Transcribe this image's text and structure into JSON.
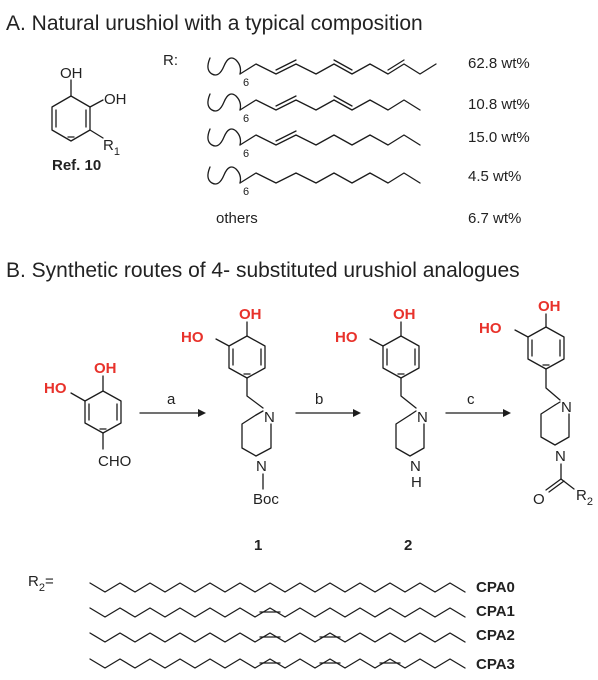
{
  "section_a": {
    "title": "A. Natural urushiol with a typical composition",
    "ref_label": "Ref. 10",
    "oh_1": "OH",
    "oh_2": "OH",
    "r1_label": "R",
    "r1_sub": "1",
    "r_label": "R:",
    "chain_index": "6",
    "compositions": [
      "62.8 wt%",
      "10.8 wt%",
      "15.0 wt%",
      "4.5 wt%"
    ],
    "others_label": "others",
    "others_value": "6.7 wt%"
  },
  "section_b": {
    "title": "B. Synthetic routes of 4- substituted urushiol  analogues",
    "ho_label": "HO",
    "oh_label": "OH",
    "cho_label": "CHO",
    "boc_label": "Boc",
    "n_label": "N",
    "nh_label": "H",
    "o_label": "O",
    "r2_label": "R",
    "r2_sub": "2",
    "steps": [
      "a",
      "b",
      "c"
    ],
    "compound_numbers": [
      "1",
      "2"
    ],
    "r2_eq_label": "R",
    "r2_eq_sub": "2",
    "r2_eq_suffix": "=",
    "products": [
      "CPA0",
      "CPA1",
      "CPA2",
      "CPA3"
    ]
  }
}
